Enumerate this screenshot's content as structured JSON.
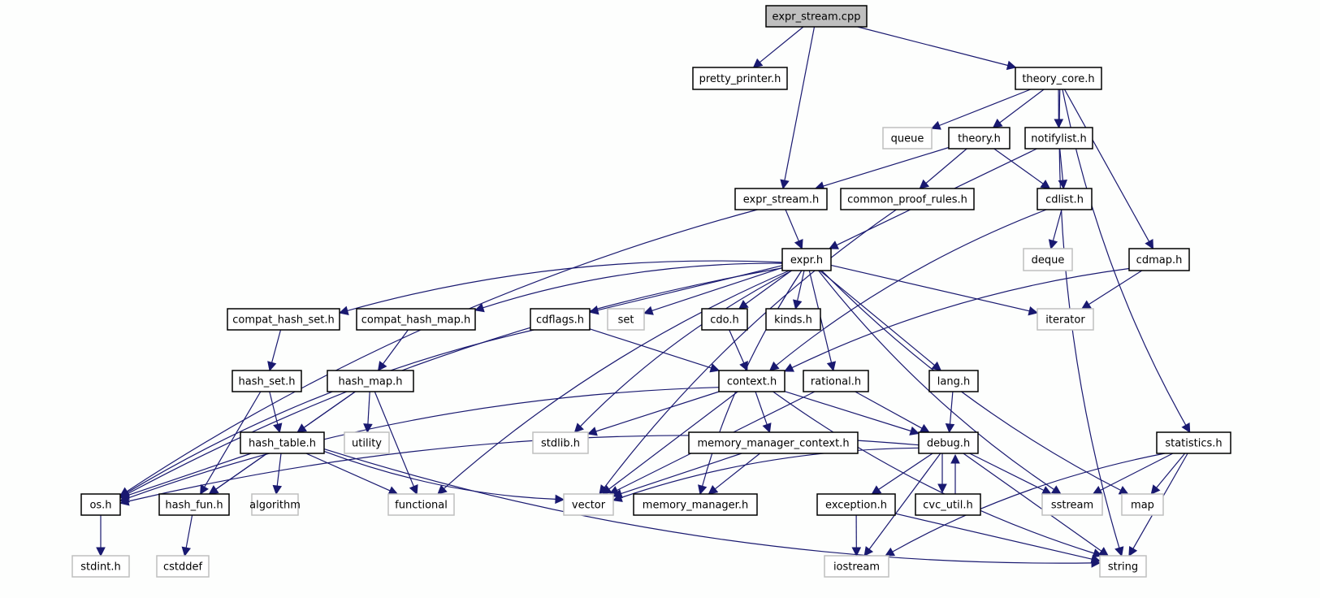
{
  "title": "expr_stream.cpp include dependency graph",
  "colors": {
    "edge": "#191970",
    "root_fill": "#bfbfbf",
    "node_border": "#000000",
    "external_border": "#bfbfbf"
  },
  "nodes": [
    {
      "id": "expr_stream_cpp",
      "label": "expr_stream.cpp",
      "kind": "root"
    },
    {
      "id": "pretty_printer_h",
      "label": "pretty_printer.h",
      "kind": "local"
    },
    {
      "id": "theory_core_h",
      "label": "theory_core.h",
      "kind": "local"
    },
    {
      "id": "queue",
      "label": "queue",
      "kind": "external"
    },
    {
      "id": "theory_h",
      "label": "theory.h",
      "kind": "local"
    },
    {
      "id": "notifylist_h",
      "label": "notifylist.h",
      "kind": "local"
    },
    {
      "id": "expr_stream_h",
      "label": "expr_stream.h",
      "kind": "local"
    },
    {
      "id": "common_proof_rules_h",
      "label": "common_proof_rules.h",
      "kind": "local"
    },
    {
      "id": "cdlist_h",
      "label": "cdlist.h",
      "kind": "local"
    },
    {
      "id": "deque",
      "label": "deque",
      "kind": "external"
    },
    {
      "id": "cdmap_h",
      "label": "cdmap.h",
      "kind": "local"
    },
    {
      "id": "expr_h",
      "label": "expr.h",
      "kind": "local"
    },
    {
      "id": "compat_hash_set_h",
      "label": "compat_hash_set.h",
      "kind": "local"
    },
    {
      "id": "compat_hash_map_h",
      "label": "compat_hash_map.h",
      "kind": "local"
    },
    {
      "id": "cdflags_h",
      "label": "cdflags.h",
      "kind": "local"
    },
    {
      "id": "set",
      "label": "set",
      "kind": "external"
    },
    {
      "id": "cdo_h",
      "label": "cdo.h",
      "kind": "local"
    },
    {
      "id": "kinds_h",
      "label": "kinds.h",
      "kind": "local"
    },
    {
      "id": "iterator",
      "label": "iterator",
      "kind": "external"
    },
    {
      "id": "hash_set_h",
      "label": "hash_set.h",
      "kind": "local"
    },
    {
      "id": "hash_map_h",
      "label": "hash_map.h",
      "kind": "local"
    },
    {
      "id": "context_h",
      "label": "context.h",
      "kind": "local"
    },
    {
      "id": "rational_h",
      "label": "rational.h",
      "kind": "local"
    },
    {
      "id": "lang_h",
      "label": "lang.h",
      "kind": "local"
    },
    {
      "id": "hash_table_h",
      "label": "hash_table.h",
      "kind": "local"
    },
    {
      "id": "utility",
      "label": "utility",
      "kind": "external"
    },
    {
      "id": "stdlib_h",
      "label": "stdlib.h",
      "kind": "external"
    },
    {
      "id": "memory_manager_context_h",
      "label": "memory_manager_context.h",
      "kind": "local"
    },
    {
      "id": "debug_h",
      "label": "debug.h",
      "kind": "local"
    },
    {
      "id": "statistics_h",
      "label": "statistics.h",
      "kind": "local"
    },
    {
      "id": "os_h",
      "label": "os.h",
      "kind": "local"
    },
    {
      "id": "hash_fun_h",
      "label": "hash_fun.h",
      "kind": "local"
    },
    {
      "id": "algorithm",
      "label": "algorithm",
      "kind": "external"
    },
    {
      "id": "functional",
      "label": "functional",
      "kind": "external"
    },
    {
      "id": "vector",
      "label": "vector",
      "kind": "external"
    },
    {
      "id": "memory_manager_h",
      "label": "memory_manager.h",
      "kind": "local"
    },
    {
      "id": "exception_h",
      "label": "exception.h",
      "kind": "local"
    },
    {
      "id": "cvc_util_h",
      "label": "cvc_util.h",
      "kind": "local"
    },
    {
      "id": "sstream",
      "label": "sstream",
      "kind": "external"
    },
    {
      "id": "map",
      "label": "map",
      "kind": "external"
    },
    {
      "id": "stdint_h",
      "label": "stdint.h",
      "kind": "external"
    },
    {
      "id": "cstddef",
      "label": "cstddef",
      "kind": "external"
    },
    {
      "id": "iostream",
      "label": "iostream",
      "kind": "external"
    },
    {
      "id": "string",
      "label": "string",
      "kind": "external"
    }
  ],
  "edges": [
    [
      "expr_stream_cpp",
      "pretty_printer_h"
    ],
    [
      "expr_stream_cpp",
      "expr_stream_h"
    ],
    [
      "expr_stream_cpp",
      "theory_core_h"
    ],
    [
      "theory_core_h",
      "queue"
    ],
    [
      "theory_core_h",
      "theory_h"
    ],
    [
      "theory_core_h",
      "notifylist_h"
    ],
    [
      "theory_core_h",
      "cdmap_h"
    ],
    [
      "theory_core_h",
      "statistics_h"
    ],
    [
      "theory_core_h",
      "string"
    ],
    [
      "theory_h",
      "expr_stream_h"
    ],
    [
      "theory_h",
      "common_proof_rules_h"
    ],
    [
      "theory_h",
      "cdlist_h"
    ],
    [
      "notifylist_h",
      "cdlist_h"
    ],
    [
      "notifylist_h",
      "expr_h"
    ],
    [
      "expr_stream_h",
      "expr_h"
    ],
    [
      "expr_stream_h",
      "os_h"
    ],
    [
      "common_proof_rules_h",
      "vector"
    ],
    [
      "cdlist_h",
      "deque"
    ],
    [
      "cdlist_h",
      "context_h"
    ],
    [
      "cdmap_h",
      "iterator"
    ],
    [
      "cdmap_h",
      "context_h"
    ],
    [
      "expr_h",
      "compat_hash_set_h"
    ],
    [
      "expr_h",
      "compat_hash_map_h"
    ],
    [
      "expr_h",
      "cdflags_h"
    ],
    [
      "expr_h",
      "set"
    ],
    [
      "expr_h",
      "cdo_h"
    ],
    [
      "expr_h",
      "kinds_h"
    ],
    [
      "expr_h",
      "iterator"
    ],
    [
      "expr_h",
      "rational_h"
    ],
    [
      "expr_h",
      "lang_h"
    ],
    [
      "expr_h",
      "stdlib_h"
    ],
    [
      "expr_h",
      "functional"
    ],
    [
      "expr_h",
      "memory_manager_h"
    ],
    [
      "expr_h",
      "sstream"
    ],
    [
      "expr_h",
      "map"
    ],
    [
      "expr_h",
      "os_h"
    ],
    [
      "compat_hash_set_h",
      "hash_set_h"
    ],
    [
      "compat_hash_map_h",
      "hash_map_h"
    ],
    [
      "cdflags_h",
      "context_h"
    ],
    [
      "cdflags_h",
      "os_h"
    ],
    [
      "cdo_h",
      "context_h"
    ],
    [
      "hash_set_h",
      "hash_table_h"
    ],
    [
      "hash_set_h",
      "hash_fun_h"
    ],
    [
      "hash_map_h",
      "hash_table_h"
    ],
    [
      "hash_map_h",
      "utility"
    ],
    [
      "hash_map_h",
      "functional"
    ],
    [
      "hash_map_h",
      "hash_fun_h"
    ],
    [
      "context_h",
      "stdlib_h"
    ],
    [
      "context_h",
      "vector"
    ],
    [
      "context_h",
      "memory_manager_context_h"
    ],
    [
      "context_h",
      "debug_h"
    ],
    [
      "context_h",
      "os_h"
    ],
    [
      "context_h",
      "string"
    ],
    [
      "rational_h",
      "debug_h"
    ],
    [
      "rational_h",
      "vector"
    ],
    [
      "lang_h",
      "debug_h"
    ],
    [
      "hash_table_h",
      "os_h"
    ],
    [
      "hash_table_h",
      "hash_fun_h"
    ],
    [
      "hash_table_h",
      "algorithm"
    ],
    [
      "hash_table_h",
      "functional"
    ],
    [
      "hash_table_h",
      "vector"
    ],
    [
      "hash_table_h",
      "string"
    ],
    [
      "memory_manager_context_h",
      "vector"
    ],
    [
      "memory_manager_context_h",
      "memory_manager_h"
    ],
    [
      "debug_h",
      "exception_h"
    ],
    [
      "debug_h",
      "cvc_util_h"
    ],
    [
      "debug_h",
      "sstream"
    ],
    [
      "debug_h",
      "string"
    ],
    [
      "debug_h",
      "iostream"
    ],
    [
      "debug_h",
      "vector"
    ],
    [
      "debug_h",
      "os_h"
    ],
    [
      "cvc_util_h",
      "debug_h"
    ],
    [
      "statistics_h",
      "sstream"
    ],
    [
      "statistics_h",
      "map"
    ],
    [
      "statistics_h",
      "string"
    ],
    [
      "statistics_h",
      "iostream"
    ],
    [
      "exception_h",
      "iostream"
    ],
    [
      "exception_h",
      "string"
    ],
    [
      "os_h",
      "stdint_h"
    ],
    [
      "hash_fun_h",
      "cstddef"
    ]
  ]
}
